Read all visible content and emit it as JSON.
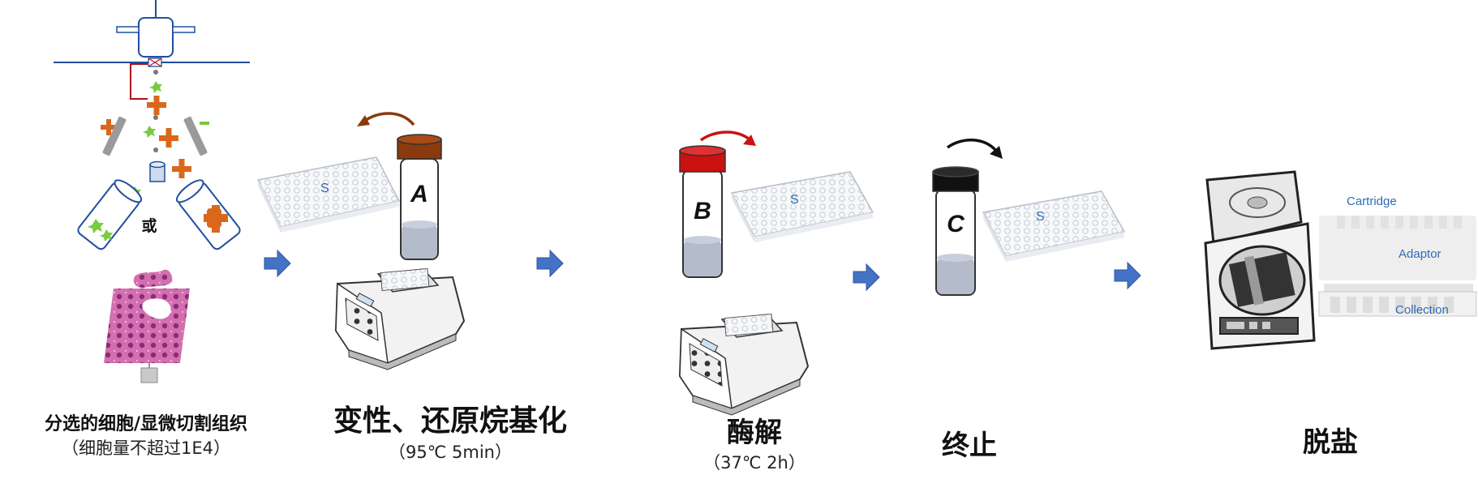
{
  "steps": [
    {
      "title": "分选的细胞/显微切割组织",
      "subtitle": "（细胞量不超过1E4）"
    },
    {
      "title": "变性、还原烷基化",
      "subtitle": "（95℃ 5min）"
    },
    {
      "title": "酶解",
      "subtitle": "（37℃ 2h）"
    },
    {
      "title": "终止",
      "subtitle": ""
    },
    {
      "title": "脱盐",
      "subtitle": ""
    }
  ],
  "sorting": {
    "or_label": "或"
  },
  "tubes": [
    {
      "letter": "A",
      "cap_color": "#8a3a0c"
    },
    {
      "letter": "B",
      "cap_color": "#cc1111"
    },
    {
      "letter": "C",
      "cap_color": "#111111"
    }
  ],
  "plate_label": "S",
  "desalt_labels": {
    "cartridge": "Cartridge",
    "adaptor": "Adaptor",
    "collection": "Collection"
  },
  "colors": {
    "arrow": "#4472c4",
    "label_blue": "#2e6cb5",
    "liquid": "#b4bccb",
    "arrow_brown": "#8a3a0c",
    "arrow_red": "#cc1111"
  }
}
